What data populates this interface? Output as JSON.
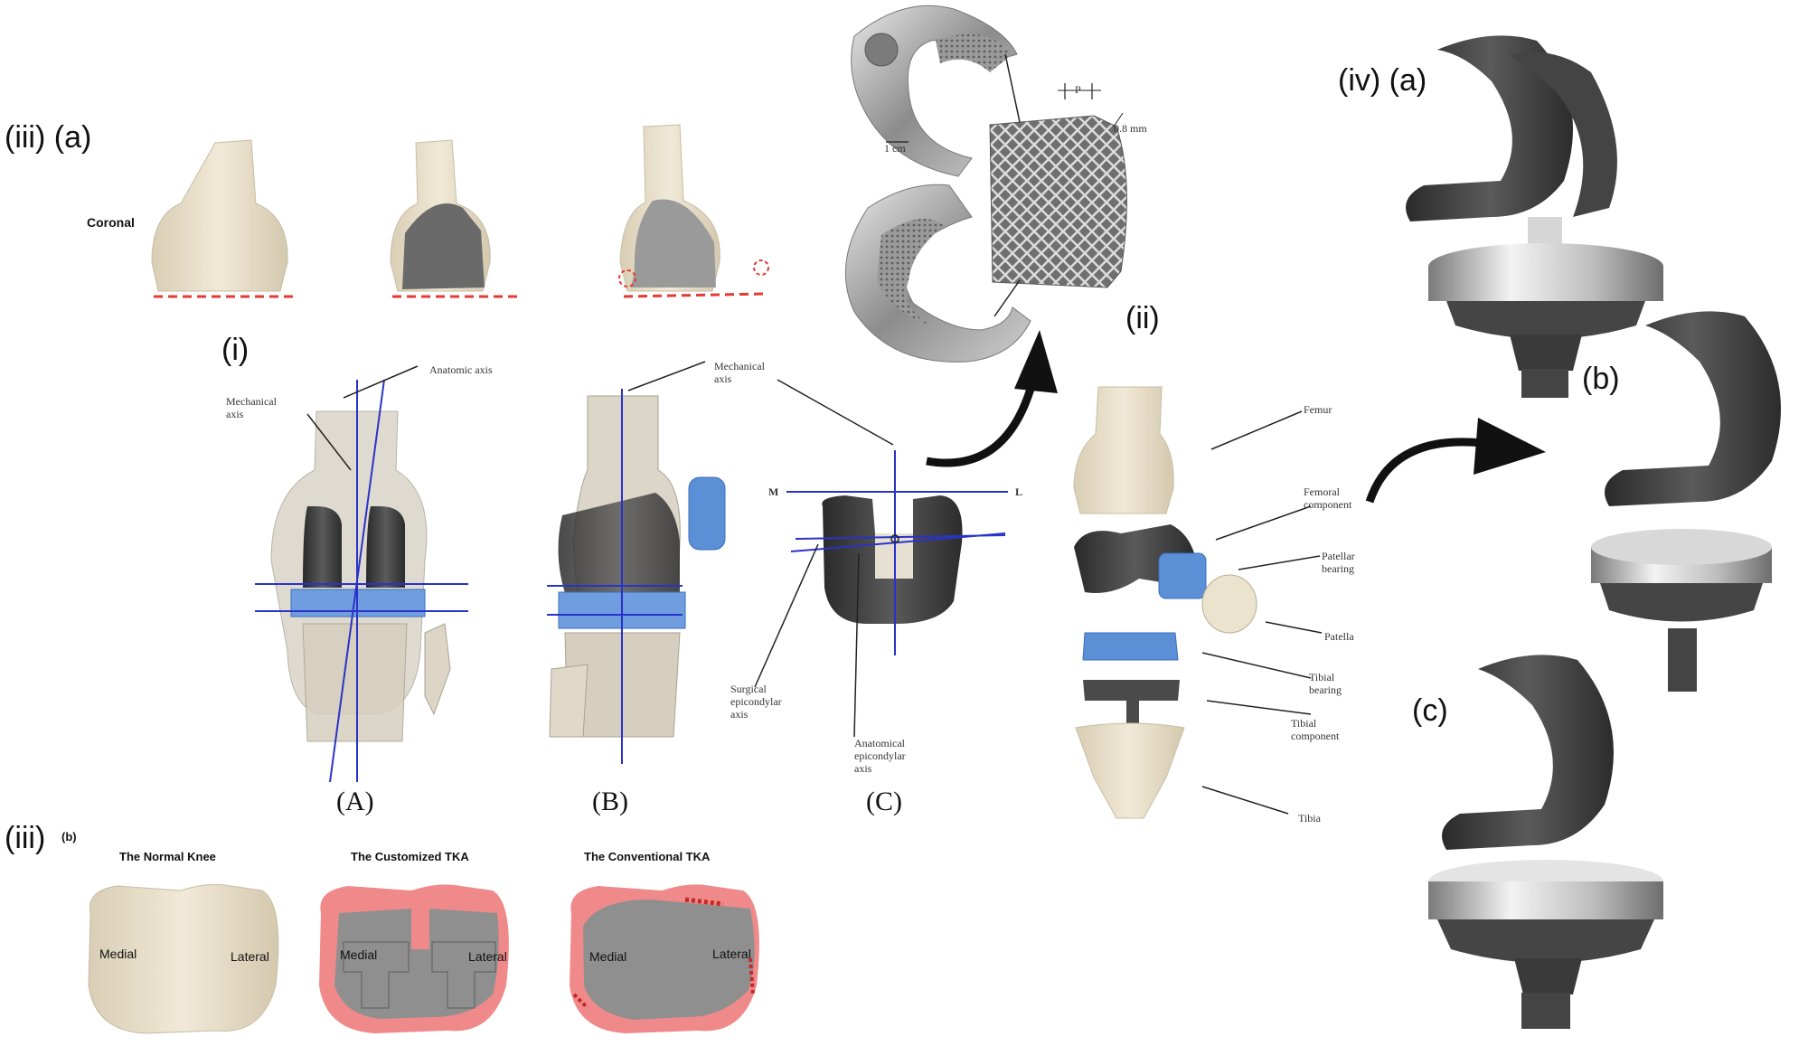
{
  "labels": {
    "iii_a": "(iii) (a)",
    "coronal": "Coronal",
    "i": "(i)",
    "ii": "(ii)",
    "iv_a": "(iv) (a)",
    "b_right": "(b)",
    "c_right": "(c)",
    "iii_b_main": "(iii)",
    "iii_b_sub": "(b)",
    "A": "(A)",
    "B": "(B)",
    "C": "(C)"
  },
  "axis_annotations": {
    "anatomic_axis": "Anatomic axis",
    "mechanical_axis_A": "Mechanical\naxis",
    "mechanical_axis_B": "Mechanical\naxis",
    "M": "M",
    "L": "L",
    "surgical_epicondylar": "Surgical\nepicondylar\naxis",
    "anatomical_epicondylar": "Anatomical\nepicondylar\naxis"
  },
  "implant_annotations": {
    "scale_1cm": "1 cm",
    "p": "P",
    "thickness": "0.8 mm"
  },
  "component_labels": {
    "femur": "Femur",
    "femoral_component": "Femoral\ncomponent",
    "patellar_bearing": "Patellar\nbearing",
    "patella": "Patella",
    "tibial_bearing": "Tibial\nbearing",
    "tibial_component": "Tibial\ncomponent",
    "tibia": "Tibia"
  },
  "tibia_panels": {
    "normal_title": "The Normal Knee",
    "custom_title": "The Customized TKA",
    "conventional_title": "The Conventional TKA",
    "medial": "Medial",
    "lateral": "Lateral"
  },
  "colors": {
    "bone": "#ece3cf",
    "implant_dark": "#3a3a3a",
    "implant_gray": "#8f8f8f",
    "bearing_blue": "#5b8fd6",
    "axis_blue": "#2a33c8",
    "cut_red": "#e53935",
    "coverage_pink": "#f08a8a"
  }
}
